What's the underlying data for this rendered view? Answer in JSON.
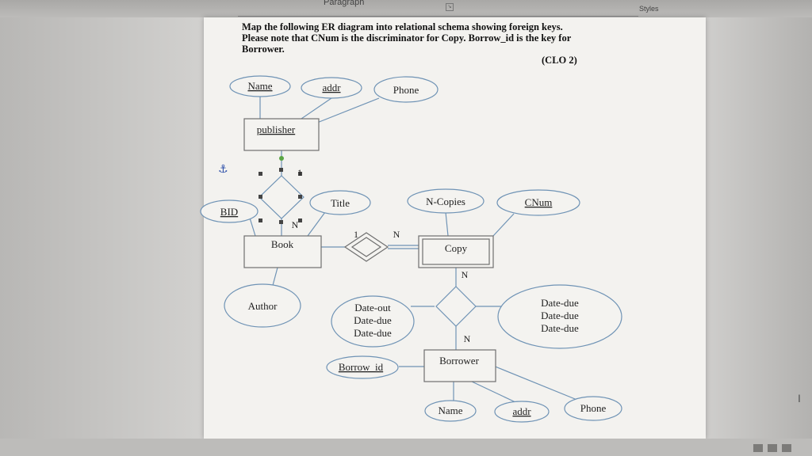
{
  "toolbar": {
    "section_label": "Paragraph",
    "styles_label": "Styles"
  },
  "question": {
    "line1": "Map the following ER diagram into relational schema showing foreign keys.",
    "line2": "Please note that CNum is the discriminator for Copy.  Borrow_id is the key for",
    "line3": "Borrower.",
    "clo": "(CLO 2)"
  },
  "diagram": {
    "publisher": {
      "entity": "publisher",
      "attributes": [
        "Name",
        "addr",
        "Phone"
      ]
    },
    "book": {
      "entity": "Book",
      "attributes": [
        "BID",
        "Title",
        "Author"
      ]
    },
    "copy": {
      "entity": "Copy",
      "attributes": [
        "N-Copies",
        "CNum"
      ]
    },
    "borrower": {
      "entity": "Borrower",
      "attributes": [
        "Borrow_id",
        "Name",
        "addr",
        "Phone"
      ]
    },
    "relationship_attrs": {
      "left": [
        "Date-out",
        "Date-due",
        "Date-due"
      ],
      "right": [
        "Date-due",
        "Date-due",
        "Date-due"
      ]
    },
    "cardinalities": {
      "pub_one": "1",
      "pub_n": "N",
      "book_copy_one": "1",
      "book_copy_n": "N",
      "copy_borrow_n": "N",
      "borrower_n": "N"
    }
  }
}
